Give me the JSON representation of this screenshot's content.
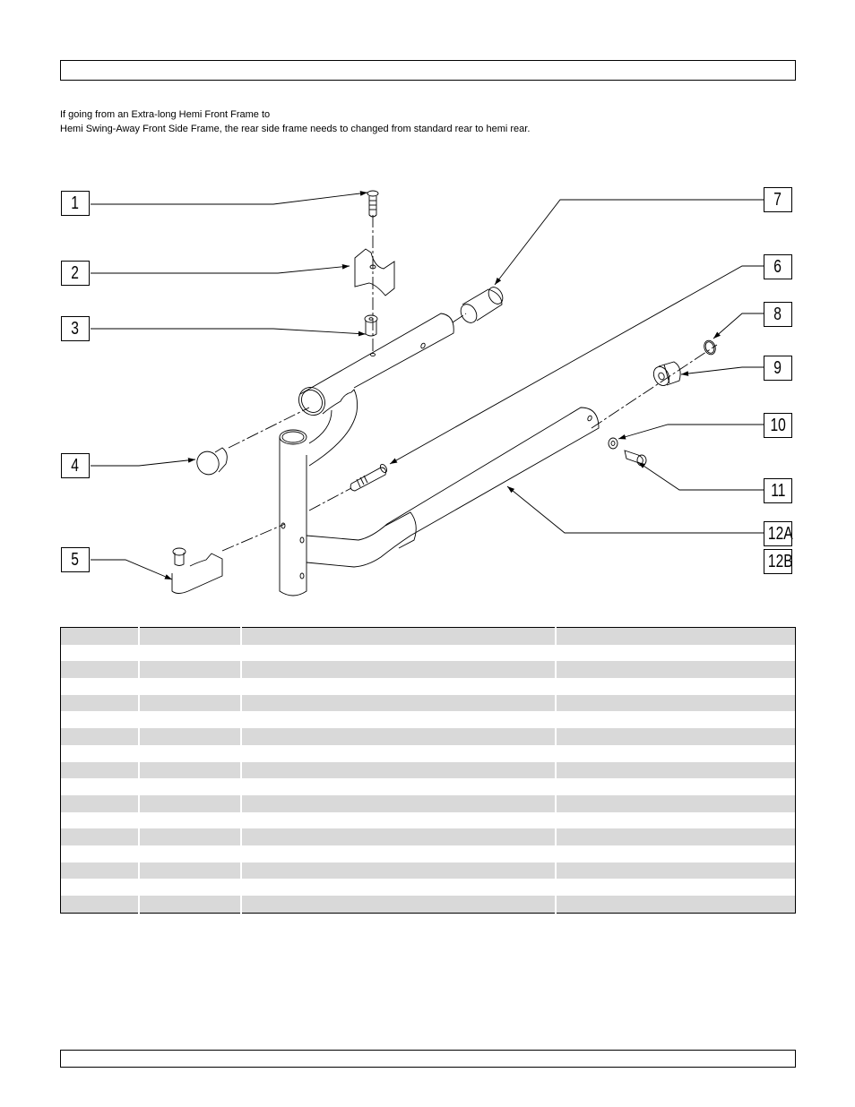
{
  "header": {
    "text": ""
  },
  "note": {
    "line1": "If going from an Extra-long Hemi Front Frame to",
    "line2": "Hemi Swing-Away Front Side Frame, the rear side frame needs to changed from standard rear to hemi rear."
  },
  "diagram": {
    "callouts": [
      {
        "id": "1",
        "label": "1"
      },
      {
        "id": "2",
        "label": "2"
      },
      {
        "id": "3",
        "label": "3"
      },
      {
        "id": "4",
        "label": "4"
      },
      {
        "id": "5",
        "label": "5"
      },
      {
        "id": "6",
        "label": "6"
      },
      {
        "id": "7",
        "label": "7"
      },
      {
        "id": "8",
        "label": "8"
      },
      {
        "id": "9",
        "label": "9"
      },
      {
        "id": "10",
        "label": "10"
      },
      {
        "id": "11",
        "label": "11"
      },
      {
        "id": "12A",
        "label": "12A"
      },
      {
        "id": "12B",
        "label": "12B"
      }
    ]
  },
  "parts_table": {
    "columns": [
      "",
      "",
      "",
      ""
    ],
    "rows": [
      [
        "",
        "",
        "",
        ""
      ],
      [
        "",
        "",
        "",
        ""
      ],
      [
        "",
        "",
        "",
        ""
      ],
      [
        "",
        "",
        "",
        ""
      ],
      [
        "",
        "",
        "",
        ""
      ],
      [
        "",
        "",
        "",
        ""
      ],
      [
        "",
        "",
        "",
        ""
      ],
      [
        "",
        "",
        "",
        ""
      ],
      [
        "",
        "",
        "",
        ""
      ],
      [
        "",
        "",
        "",
        ""
      ],
      [
        "",
        "",
        "",
        ""
      ],
      [
        "",
        "",
        "",
        ""
      ],
      [
        "",
        "",
        "",
        ""
      ],
      [
        "",
        "",
        "",
        ""
      ],
      [
        "",
        "",
        "",
        ""
      ],
      [
        "",
        "",
        "",
        ""
      ],
      [
        "",
        "",
        "",
        ""
      ]
    ],
    "stripe_color": "#d9d9d9"
  },
  "footer": {
    "text": ""
  }
}
